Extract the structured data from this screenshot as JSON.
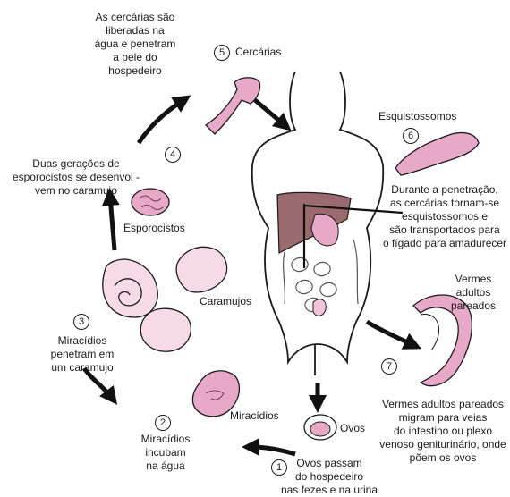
{
  "stages": {
    "s1": {
      "number": "1",
      "label": "Ovos passam\ndo hospedeiro\nnas fezes e na urina"
    },
    "s2": {
      "number": "2",
      "label": "Miracídios\nincubam\nna água"
    },
    "s3": {
      "number": "3",
      "label": "Miracídios\npenetram em\num caramujo"
    },
    "s4": {
      "number": "4",
      "label": "Duas gerações de\nesporocistos se desenvol -\nvem no caramujo"
    },
    "s5": {
      "number": "5",
      "label": "Cercárias"
    },
    "s6": {
      "number": "6",
      "label": "Esquistossomos"
    },
    "s7": {
      "number": "7",
      "label": "Vermes adultos pareados\nmigram para veias\ndo intestino ou plexo\nvenoso geniturinário, onde\npõem os ovos"
    }
  },
  "notes": {
    "cercarias_release": "As cercárias são\nliberadas na\nágua e penetram\na pele do\nhospedeiro",
    "penetration": "Durante a  penetração,\nas cercárias tornam-se\nesquistossomos e\nsão transportados para\no fígado para amadurecer"
  },
  "labels": {
    "esporocistos": "Esporocistos",
    "caramujos": "Caramujos",
    "miracidios": "Miracídios",
    "ovos": "Ovos",
    "vermes_pareados": "Vermes\nadultos\npareados"
  },
  "colors": {
    "worm_pink": "#e8a9c9",
    "snail_pink": "#f6dbe7",
    "liver": "#9b6a6c",
    "outline": "#1a1a1a"
  }
}
